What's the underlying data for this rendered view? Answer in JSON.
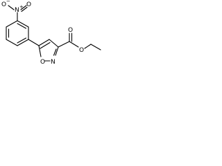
{
  "molecule": {
    "atoms": {
      "nitro_o_left": "O",
      "nitro_n": "N",
      "nitro_o_right": "O",
      "ring_o": "O",
      "ring_n": "N",
      "ester_o_carbonyl": "O",
      "ester_o": "O"
    },
    "charges": {
      "nitro_o_minus": "−",
      "nitro_n_plus": "+"
    }
  }
}
